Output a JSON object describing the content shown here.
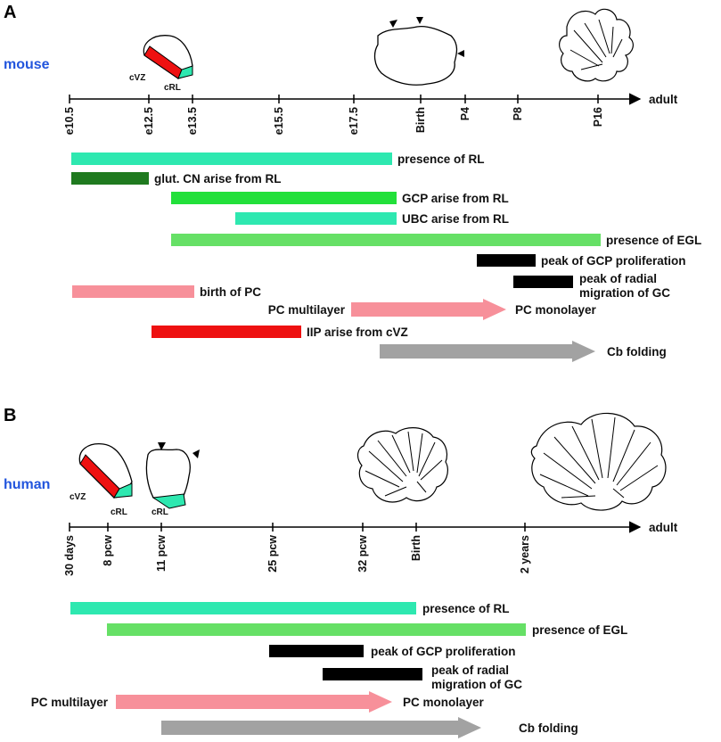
{
  "colors": {
    "rl": "#2ee8b0",
    "glut": "#1f7a1f",
    "gcp": "#22e03a",
    "egl": "#66e066",
    "black": "#000000",
    "pc": "#f7909a",
    "iip": "#ee1111",
    "fold": "#a2a2a2",
    "blue": "#2255dd"
  },
  "panelA": {
    "letter": "A",
    "species": "mouse",
    "adult_label": "adult",
    "sketch_labels": {
      "cvz": "cVZ",
      "crl": "cRL"
    },
    "ticks": [
      "e10.5",
      "e12.5",
      "e13.5",
      "e15.5",
      "e17.5",
      "Birth",
      "P4",
      "P8",
      "P16"
    ],
    "bars": [
      {
        "label": "presence of RL",
        "color": "rl"
      },
      {
        "label": "glut. CN arise from RL",
        "color": "glut"
      },
      {
        "label": "GCP arise from RL",
        "color": "gcp"
      },
      {
        "label": "UBC arise from RL",
        "color": "rl"
      },
      {
        "label": "presence of EGL",
        "color": "egl"
      },
      {
        "label": "peak of GCP proliferation",
        "color": "black"
      },
      {
        "label": "peak of radial",
        "label2": "migration of GC",
        "color": "black"
      },
      {
        "label": "birth of PC",
        "color": "pc"
      },
      {
        "label": "PC multilayer",
        "label_end": "PC monolayer",
        "color": "pc"
      },
      {
        "label": "IIP arise from cVZ",
        "color": "iip"
      },
      {
        "label": "Cb folding",
        "color": "fold"
      }
    ]
  },
  "panelB": {
    "letter": "B",
    "species": "human",
    "adult_label": "adult",
    "sketch_labels": {
      "cvz": "cVZ",
      "crl": "cRL",
      "crl2": "cRL"
    },
    "ticks": [
      "30 days",
      "8 pcw",
      "11 pcw",
      "25 pcw",
      "32 pcw",
      "Birth",
      "2 years"
    ],
    "bars": [
      {
        "label": "presence of RL",
        "color": "rl"
      },
      {
        "label": "presence of EGL",
        "color": "egl"
      },
      {
        "label": "peak of GCP proliferation",
        "color": "black"
      },
      {
        "label": "peak of radial",
        "label2": "migration of GC",
        "color": "black"
      },
      {
        "label": "PC multilayer",
        "label_end": "PC monolayer",
        "color": "pc"
      },
      {
        "label": "Cb folding",
        "color": "fold"
      }
    ]
  }
}
